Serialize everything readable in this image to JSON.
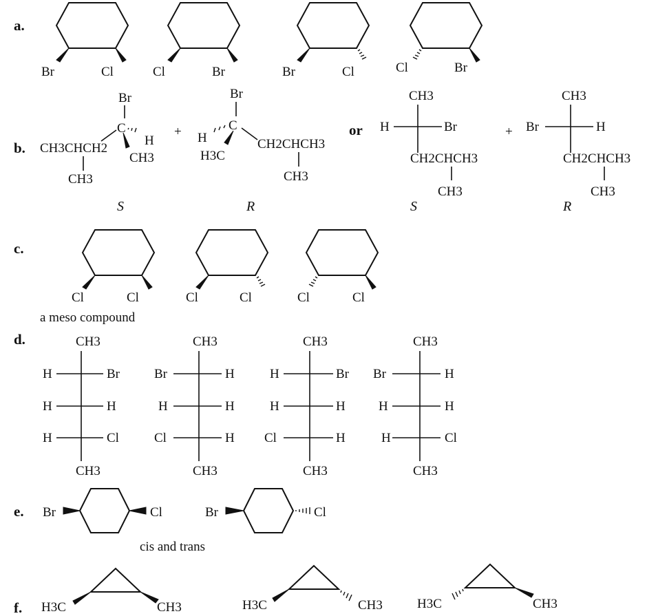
{
  "labels": {
    "a": "a.",
    "b": "b.",
    "c": "c.",
    "d": "d.",
    "e": "e.",
    "f": "f."
  },
  "atoms": {
    "Br": "Br",
    "Cl": "Cl",
    "H": "H",
    "C": "C",
    "CH3": "CH3",
    "H3C": "H3C"
  },
  "groups": {
    "left_chain": "CH3CHCH2",
    "right_chain": "CH2CHCH3",
    "fischer_sub": "CH2CHCH3"
  },
  "descriptors": {
    "S": "S",
    "R": "R"
  },
  "plus": "+",
  "or": "or",
  "texts": {
    "meso": "a meso compound",
    "cis_trans": "cis and trans"
  }
}
